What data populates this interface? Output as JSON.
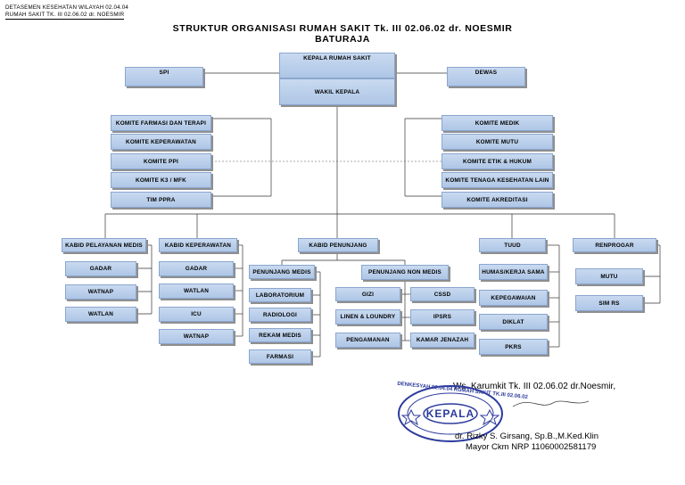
{
  "header": {
    "line1": "DETASEMEN KESEHATAN WILAYAH 02.04.04",
    "line2": "RUMAH SAKIT TK. III 02.06.02 dr. NOESMIR"
  },
  "title": {
    "line1": "STRUKTUR ORGANISASI RUMAH SAKIT Tk. III 02.06.02 dr. NOESMIR",
    "line2": "BATURAJA"
  },
  "top": {
    "kepala": "KEPALA RUMAH SAKIT",
    "wakil": "WAKIL KEPALA",
    "spi": "SPI",
    "dewas": "DEWAS"
  },
  "committees_left": [
    "KOMITE FARMASI DAN TERAPI",
    "KOMITE KEPERAWATAN",
    "KOMITE PPI",
    "KOMITE K3 / MFK",
    "TIM PPRA"
  ],
  "committees_right": [
    "KOMITE MEDIK",
    "KOMITE MUTU",
    "KOMITE ETIK & HUKUM",
    "KOMITE TENAGA KESEHATAN LAIN",
    "KOMITE AKREDITASI"
  ],
  "divisions": {
    "pelayanan": {
      "label": "KABID PELAYANAN MEDIS",
      "items": [
        "GADAR",
        "WATNAP",
        "WATLAN"
      ]
    },
    "keperawatan": {
      "label": "KABID KEPERAWATAN",
      "items": [
        "GADAR",
        "WATLAN",
        "ICU",
        "WATNAP"
      ]
    },
    "penunjang": {
      "label": "KABID PENUNJANG",
      "medis": {
        "label": "PENUNJANG MEDIS",
        "items": [
          "LABORATORIUM",
          "RADIOLOGI",
          "REKAM MEDIS",
          "FARMASI"
        ]
      },
      "non_medis": {
        "label": "PENUNJANG NON MEDIS",
        "left": [
          "GIZI",
          "LINEN & LOUNDRY",
          "PENGAMANAN"
        ],
        "right": [
          "CSSD",
          "IPSRS",
          "KAMAR JENAZAH"
        ]
      }
    },
    "tuud": {
      "label": "TUUD",
      "items": [
        "HUMAS/KERJA SAMA",
        "KEPEGAWAIAN",
        "DIKLAT",
        "PKRS"
      ]
    },
    "renprogar": {
      "label": "RENPROGAR",
      "items": [
        "MUTU",
        "SIM RS"
      ]
    }
  },
  "signature": {
    "line1": "Ws. Karumkit Tk. III 02.06.02 dr.Noesmir,",
    "name": "dr. Rizky S. Girsang, Sp.B.,M.Ked.Klin",
    "rank": "Mayor Ckm NRP 11060002581179",
    "stamp_text": "DENKESYAH 02.04.04 RUMAH SAKIT TK.III 02.06.02",
    "stamp_center": "KEPALA",
    "stamp_color": "#2b3a9c"
  }
}
